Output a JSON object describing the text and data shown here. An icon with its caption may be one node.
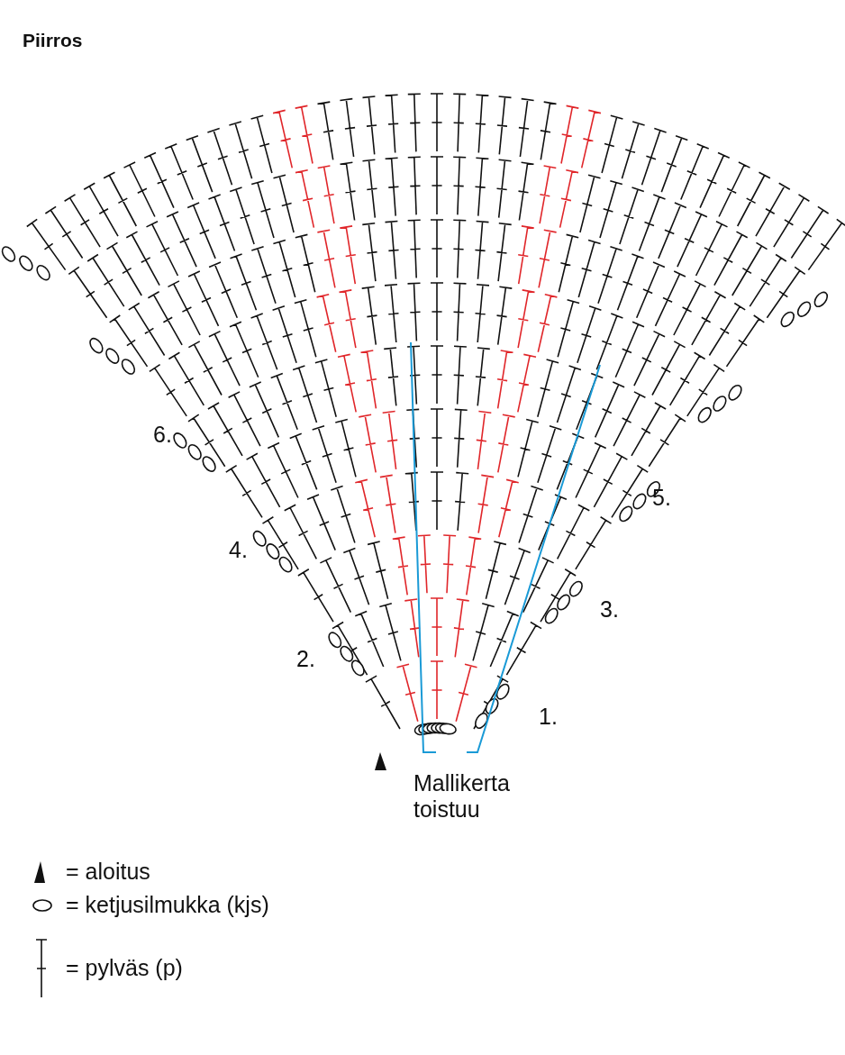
{
  "diagram": {
    "title": "Piirros",
    "labels": [
      "6.",
      "5.",
      "4.",
      "3.",
      "2.",
      "1.",
      "Mallikerta toistuu"
    ],
    "legend": [
      {
        "text": "= aloitus"
      },
      {
        "text": "= ketjusilmukka (kjs)"
      },
      {
        "text": "= pylväs (p)"
      }
    ]
  }
}
